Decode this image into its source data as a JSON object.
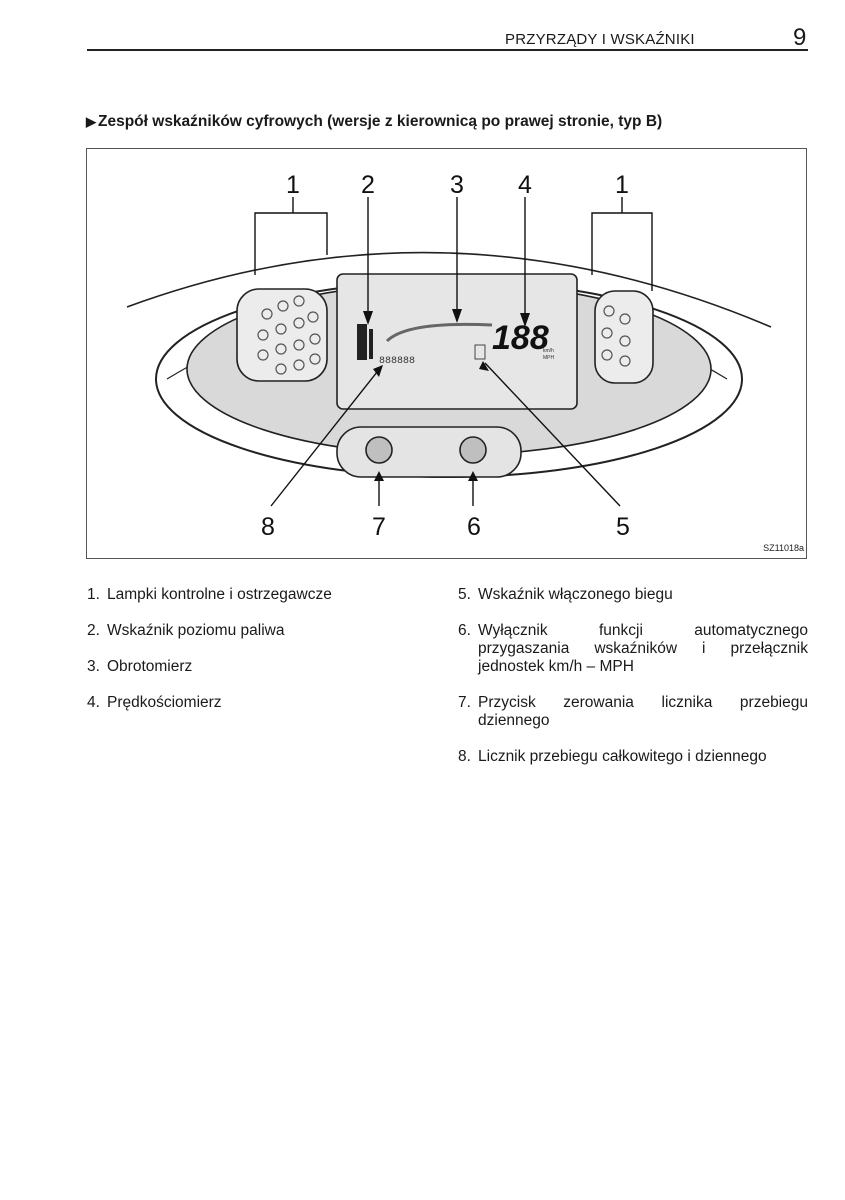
{
  "header": {
    "title": "PRZYRZĄDY I WSKAŹNIKI",
    "page_number": "9"
  },
  "section": {
    "marker": "▶",
    "heading": "Zespół wskaźników cyfrowych (wersje z kierownicą po prawej stronie, typ B)"
  },
  "figure": {
    "callouts": [
      "1",
      "2",
      "3",
      "4",
      "1",
      "8",
      "7",
      "6",
      "5"
    ],
    "display_speed": "188",
    "unit_kmh": "km/h",
    "unit_mph": "MPH",
    "odometer": "888888",
    "figure_code": "SZ11018a"
  },
  "legend": {
    "left": [
      {
        "num": "1.",
        "text": "Lampki kontrolne i ostrzegawcze"
      },
      {
        "num": "2.",
        "text": "Wskaźnik poziomu paliwa"
      },
      {
        "num": "3.",
        "text": "Obrotomierz"
      },
      {
        "num": "4.",
        "text": "Prędkościomierz"
      }
    ],
    "right": [
      {
        "num": "5.",
        "text": "Wskaźnik włączonego biegu"
      },
      {
        "num": "6.",
        "text": "Wyłącznik funkcji automatycznego przygaszania wskaźników i przełącznik jednostek km/h – MPH"
      },
      {
        "num": "7.",
        "text": "Przycisk zerowania licznika przebiegu dziennego"
      },
      {
        "num": "8.",
        "text": "Licznik przebiegu całkowitego i dziennego"
      }
    ]
  }
}
